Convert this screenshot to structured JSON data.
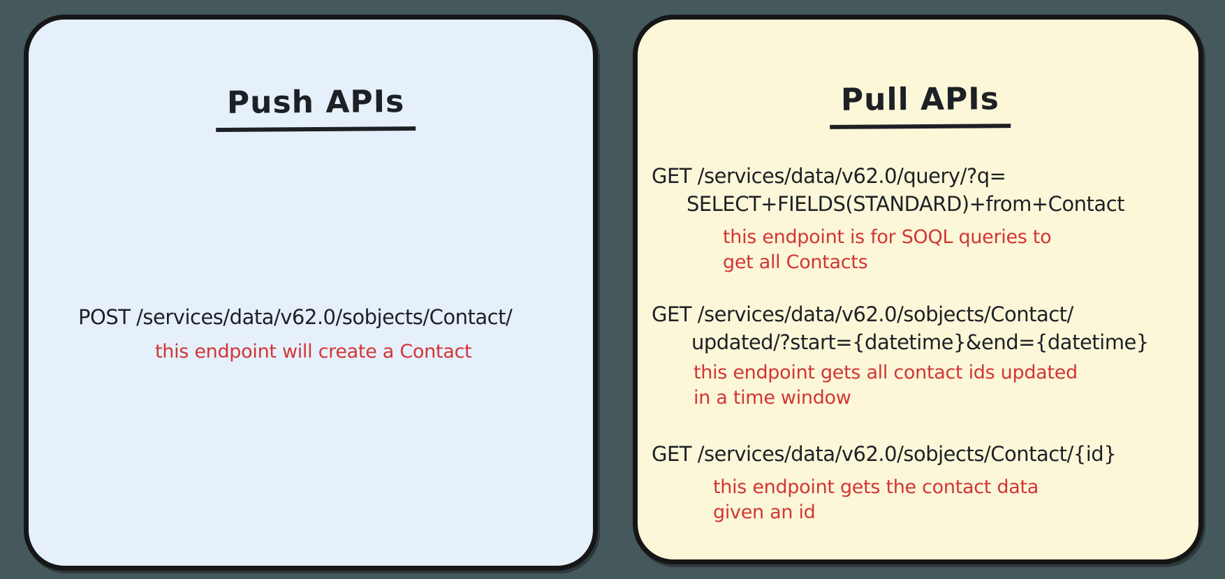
{
  "colors": {
    "background": "#45585c",
    "push_panel_bg": "#e5f0fb",
    "pull_panel_bg": "#fcf7d8",
    "ink": "#1d2025",
    "note_red": "#d23535",
    "border": "#161616"
  },
  "push_panel": {
    "title": "Push APIs",
    "endpoint": {
      "line1": "POST /services/data/v62.0/sobjects/Contact/",
      "note1": "this endpoint will create a Contact"
    }
  },
  "pull_panel": {
    "title": "Pull APIs",
    "endpoints": [
      {
        "line1": "GET /services/data/v62.0/query/?q=",
        "line2": "SELECT+FIELDS(STANDARD)+from+Contact",
        "note1": "this endpoint is for SOQL queries to",
        "note2": "get all Contacts"
      },
      {
        "line1": "GET /services/data/v62.0/sobjects/Contact/",
        "line2": "updated/?start={datetime}&end={datetime}",
        "note1": "this endpoint gets all contact ids updated",
        "note2": "in a time window"
      },
      {
        "line1": "GET /services/data/v62.0/sobjects/Contact/{id}",
        "note1": "this endpoint gets the contact data",
        "note2": "given an id"
      }
    ]
  }
}
